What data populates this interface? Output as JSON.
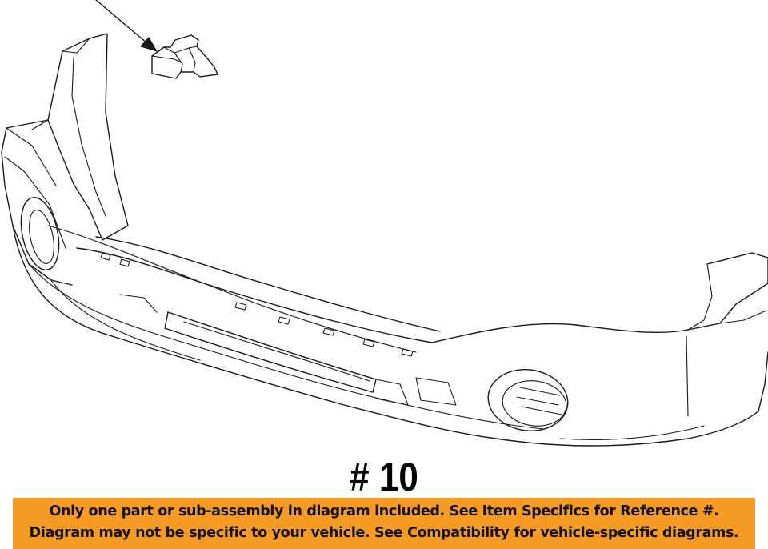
{
  "diagram": {
    "ref_label": "# 10",
    "part_icon": "bumper-cover-icon",
    "clip_icon": "clip-icon",
    "pointer_icon": "arrow-icon"
  },
  "disclaimer": {
    "line1": "Only one part or sub-assembly in diagram included. See Item Specifics for Reference #.",
    "line2": "Diagram may not be specific to your vehicle. See Compatibility for vehicle-specific diagrams.",
    "background_color": "#f59a22",
    "text_color": "#111111"
  }
}
